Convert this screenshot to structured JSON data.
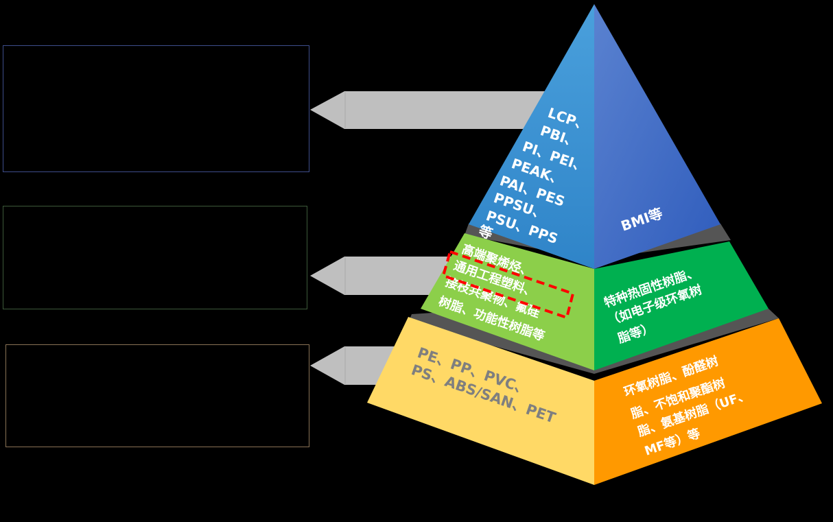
{
  "colors": {
    "background": "#000000",
    "top_left_face": "#3a8ed0",
    "top_right_face": "#3d66c2",
    "mid_left_face": "#8ccf4a",
    "mid_right_face": "#00b050",
    "bottom_left_face": "#ffd966",
    "bottom_right_face": "#ff9900",
    "tier_gap": "#555555",
    "arrow": "#bfbfbf",
    "highlight_box": "#ff0000",
    "box_top_border": "#3e4e8c",
    "box_mid_border": "#3d5a3a",
    "box_bottom_border": "#8a7356"
  },
  "boxes": [
    {
      "name": "box-top-tier",
      "text": ""
    },
    {
      "name": "box-middle-tier",
      "text": ""
    },
    {
      "name": "box-bottom-tier",
      "text": ""
    }
  ],
  "pyramid": {
    "top": {
      "left_lines": [
        "LCP、",
        "PBI、",
        "PI、PEI、",
        "PEAK、",
        "PAI、PES",
        "PPSU、",
        "PSU、PPS",
        "等"
      ],
      "right_lines": [
        "BMI等"
      ]
    },
    "middle": {
      "left_lines": [
        "高端聚烯烃、",
        "通用工程塑料、",
        "接枝共聚物、氟硅",
        "树脂、功能性树脂等"
      ],
      "right_lines": [
        "特种热固性树脂、",
        "（如电子级环氧树",
        "脂等）"
      ],
      "highlighted_line": "通用工程塑料、"
    },
    "bottom": {
      "left_lines": [
        "PE、PP、PVC、",
        "PS、ABS/SAN、PET"
      ],
      "right_lines": [
        "环氧树脂、酚醛树",
        "脂、不饱和聚酯树",
        "脂、氨基树脂（UF、",
        "MF等）等"
      ]
    }
  }
}
